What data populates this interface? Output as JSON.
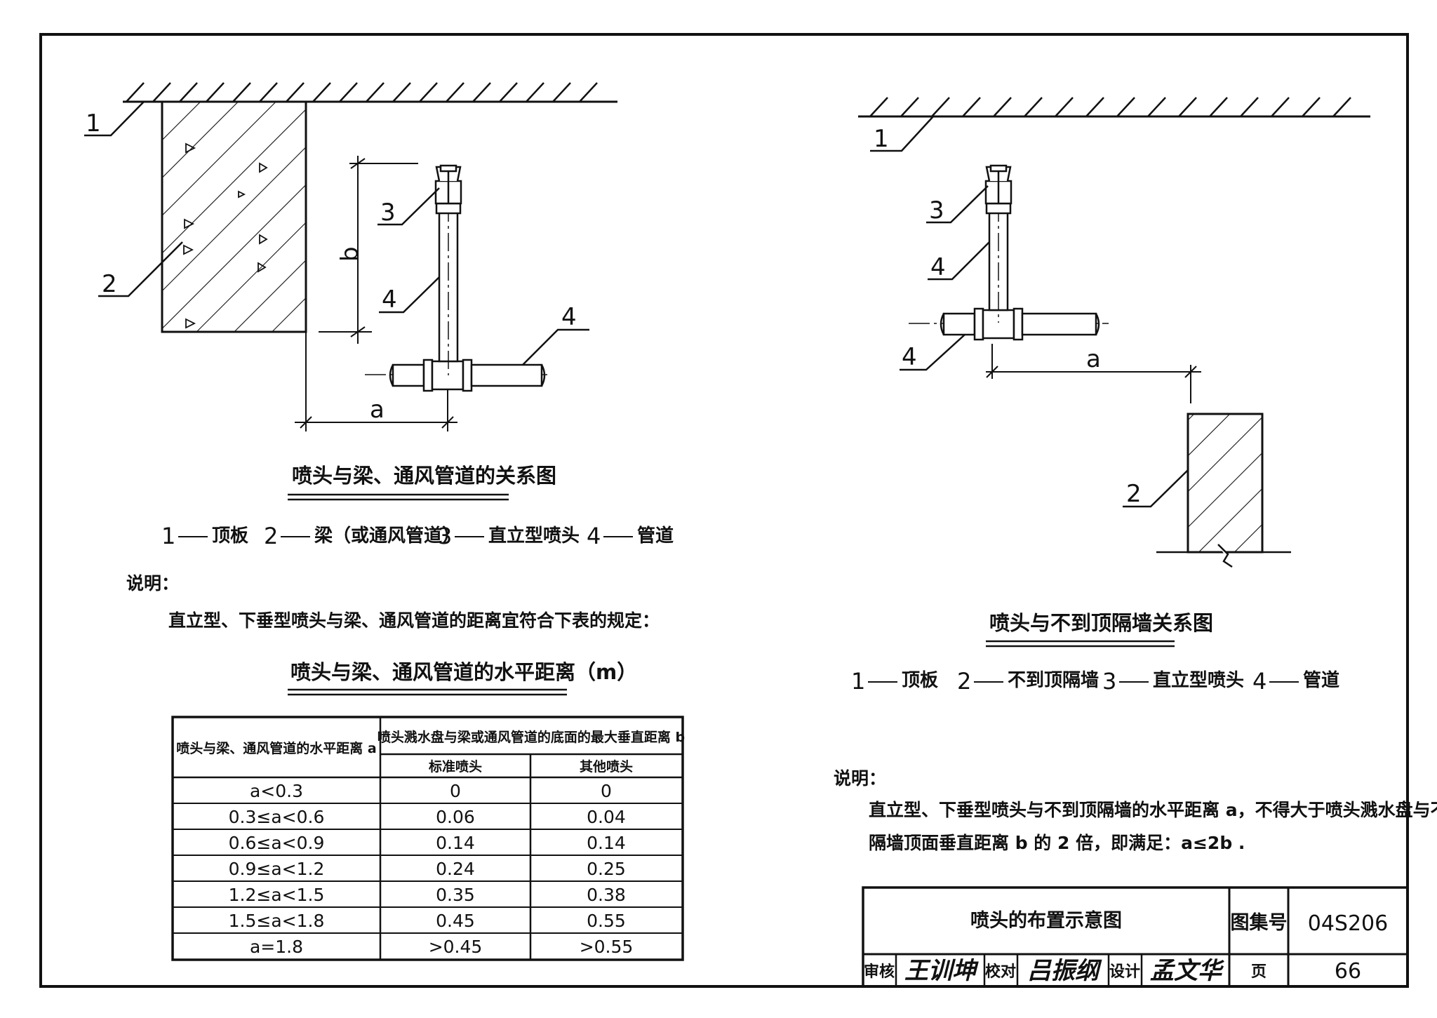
{
  "drawing": {
    "left": {
      "labels": {
        "n1": "1",
        "n2": "2",
        "n3": "3",
        "n4a": "4",
        "n4b": "4",
        "a": "a",
        "b": "b"
      },
      "caption": "喷头与梁、通风管道的关系图",
      "legend": [
        {
          "num": "1",
          "text": "顶板"
        },
        {
          "num": "2",
          "text": "梁（或通风管道）"
        },
        {
          "num": "3",
          "text": "直立型喷头"
        },
        {
          "num": "4",
          "text": "管道"
        }
      ]
    },
    "right": {
      "labels": {
        "n1": "1",
        "n2": "2",
        "n3": "3",
        "n4a": "4",
        "n4b": "4",
        "a": "a"
      },
      "caption": "喷头与不到顶隔墙关系图",
      "legend": [
        {
          "num": "1",
          "text": "顶板"
        },
        {
          "num": "2",
          "text": "不到顶隔墙"
        },
        {
          "num": "3",
          "text": "直立型喷头"
        },
        {
          "num": "4",
          "text": "管道"
        }
      ]
    }
  },
  "notes_left": {
    "title": "说明：",
    "text": "直立型、下垂型喷头与梁、通风管道的距离宜符合下表的规定："
  },
  "table": {
    "title": "喷头与梁、通风管道的水平距离（m）",
    "col1_header": "喷头与梁、通风管道的水平距离 a",
    "group_header": "喷头溅水盘与梁或通风管道的底面的最大垂直距离 b",
    "sub_headers": [
      "标准喷头",
      "其他喷头"
    ],
    "rows": [
      [
        "a<0.3",
        "0",
        "0"
      ],
      [
        "0.3≤a<0.6",
        "0.06",
        "0.04"
      ],
      [
        "0.6≤a<0.9",
        "0.14",
        "0.14"
      ],
      [
        "0.9≤a<1.2",
        "0.24",
        "0.25"
      ],
      [
        "1.2≤a<1.5",
        "0.35",
        "0.38"
      ],
      [
        "1.5≤a<1.8",
        "0.45",
        "0.55"
      ],
      [
        "a=1.8",
        ">0.45",
        ">0.55"
      ]
    ]
  },
  "notes_right": {
    "title": "说明：",
    "line1": "直立型、下垂型喷头与不到顶隔墙的水平距离 a，不得大于喷头溅水盘与不到顶",
    "line2": "隔墙顶面垂直距离 b 的 2 倍，即满足：a≤2b ."
  },
  "title_block": {
    "title": "喷头的布置示意图",
    "atlas_label": "图集号",
    "atlas_no": "04S206",
    "review_label": "审核",
    "reviewer": "王训坤",
    "check_label": "校对",
    "checker": "吕振纲",
    "design_label": "设计",
    "designer": "孟文华",
    "page_label": "页",
    "page_no": "66"
  }
}
